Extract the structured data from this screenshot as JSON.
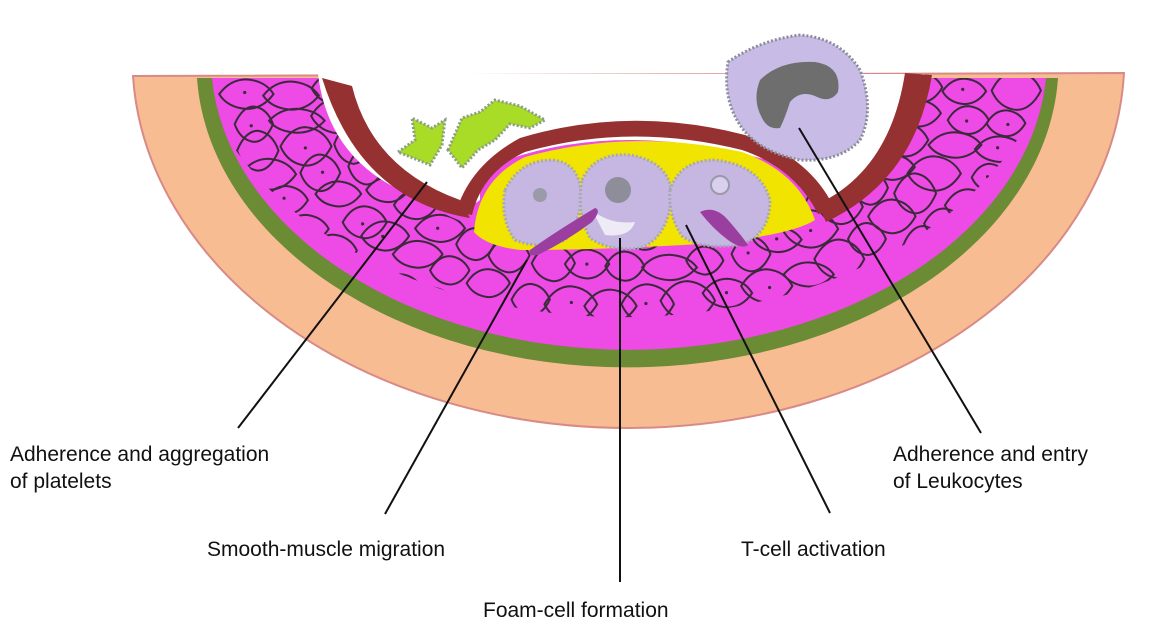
{
  "labels": {
    "platelets": [
      "Adherence and aggregation",
      "of platelets"
    ],
    "leukocytes": [
      "Adherence and entry",
      "of Leukocytes"
    ],
    "smooth_muscle": "Smooth-muscle migration",
    "t_cell": "T-cell activation",
    "foam_cell": "Foam-cell formation"
  },
  "colors": {
    "adventitia": "#f7bc92",
    "adventitia_edge": "#d98a86",
    "elastic_lamina": "#6b8b35",
    "media": "#ee4ae6",
    "cell_outline": "#3c2a3c",
    "endothelium": "#963131",
    "lipid_core": "#f0e400",
    "foam_cell": "#c5b7e2",
    "platelet": "#a8dc26",
    "leukocyte": "#c8bce6",
    "leukocyte_nucleus": "#6e6e6e",
    "smooth_muscle_cell": "#9a3fa0",
    "leader_line": "#111111"
  }
}
